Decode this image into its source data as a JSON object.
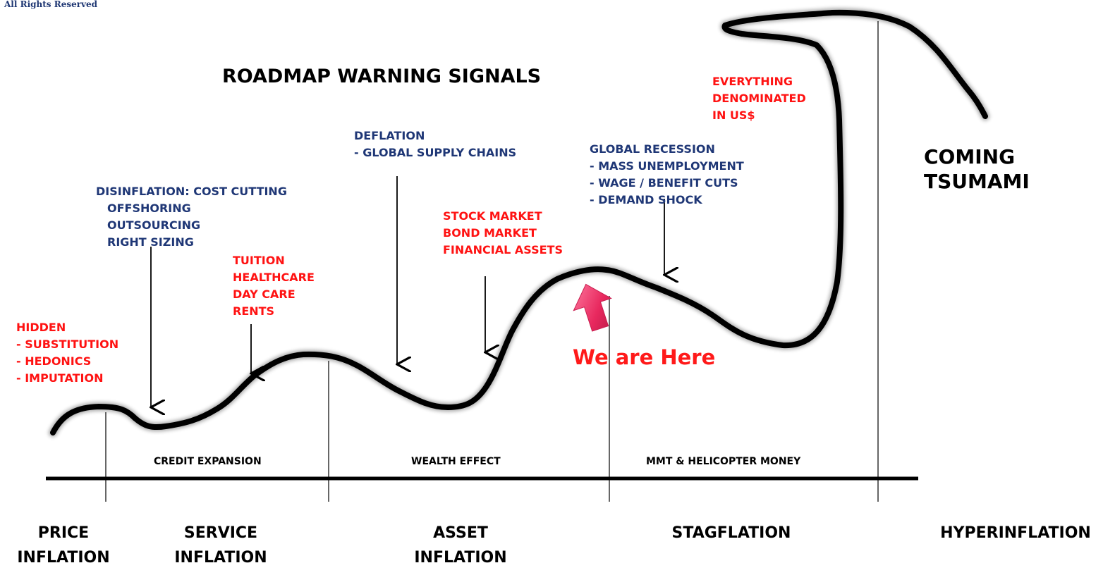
{
  "copyright": "All Rights Reserved",
  "title": "ROADMAP WARNING SIGNALS",
  "signals": {
    "hidden": [
      "HIDDEN",
      "- SUBSTITUTION",
      "- HEDONICS",
      "- IMPUTATION"
    ],
    "disinflation": [
      "DISINFLATION: COST CUTTING",
      "OFFSHORING",
      "OUTSOURCING",
      "RIGHT SIZING"
    ],
    "tuition": [
      "TUITION",
      "HEALTHCARE",
      "DAY CARE",
      "RENTS"
    ],
    "deflation": [
      "DEFLATION",
      "- GLOBAL SUPPLY CHAINS"
    ],
    "stock_market": [
      "STOCK MARKET",
      "BOND MARKET",
      "FINANCIAL ASSETS"
    ],
    "global_recession": [
      "GLOBAL RECESSION",
      "- MASS UNEMPLOYMENT",
      "- WAGE /  BENEFIT CUTS",
      "- DEMAND SHOCK"
    ],
    "everything": [
      "EVERYTHING",
      "DENOMINATED",
      "IN US$"
    ]
  },
  "we_are_here": "We are Here",
  "coming_tsumami": [
    "COMING",
    "TSUMAMI"
  ],
  "bands": [
    "CREDIT EXPANSION",
    "WEALTH EFFECT",
    "MMT & HELICOPTER  MONEY"
  ],
  "phases": [
    [
      "PRICE",
      "INFLATION"
    ],
    [
      "SERVICE",
      "INFLATION"
    ],
    [
      "ASSET",
      "INFLATION"
    ],
    [
      "STAGFLATION"
    ],
    [
      "HYPERINFLATION"
    ]
  ],
  "colors": {
    "signal_blue": "#1f3776",
    "signal_red": "#ff1212",
    "arrow_pink": "#e8285e",
    "curve": "#000000"
  }
}
